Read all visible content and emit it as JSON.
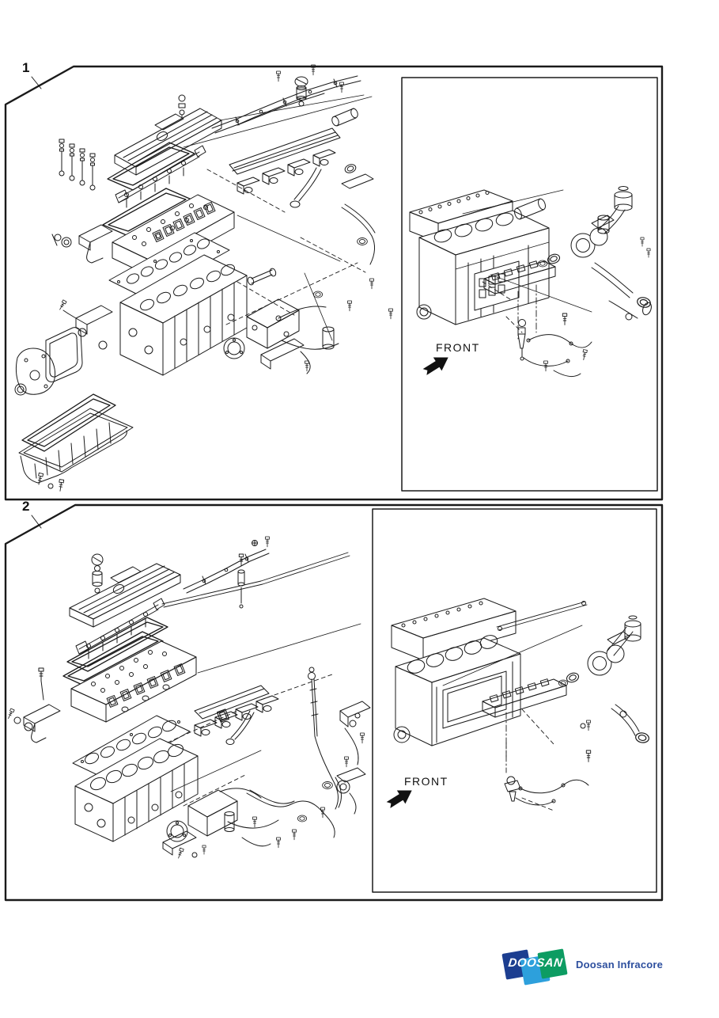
{
  "page": {
    "background": "#ffffff",
    "line_color": "#1a1a1a"
  },
  "figure1": {
    "label": "1",
    "front_label": "FRONT"
  },
  "figure2": {
    "label": "2",
    "front_label": "FRONT"
  },
  "footer": {
    "logo_word": "DOOSAN",
    "brand": "Doosan Infracore",
    "colors": {
      "navy": "#1c3e90",
      "sky": "#2da0dc",
      "green": "#0d9c62",
      "brand_text": "#2d4f9e"
    }
  }
}
